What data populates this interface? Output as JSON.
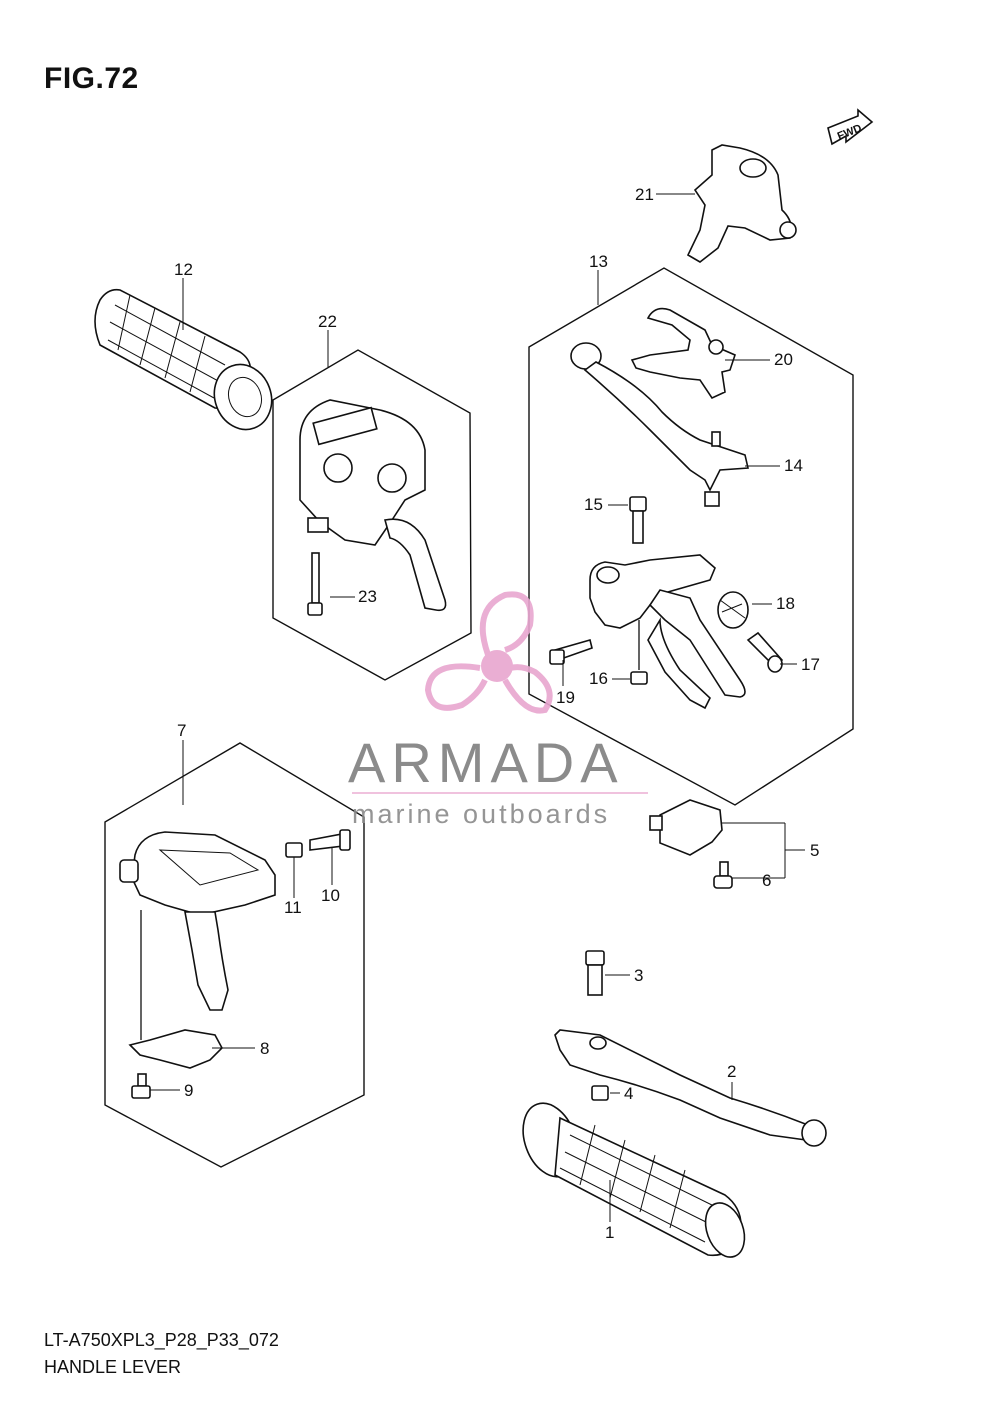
{
  "figure": {
    "title": "FIG.72",
    "code": "LT-A750XPL3_P28_P33_072",
    "name": "HANDLE LEVER"
  },
  "fwd_label": "FWD",
  "watermark": {
    "name": "ARMADA",
    "tagline": "marine outboards",
    "logo_icon": "propeller-icon",
    "color_pink": "#e8a6cf",
    "color_gray": "#808080"
  },
  "callouts": [
    "1",
    "2",
    "3",
    "4",
    "5",
    "6",
    "7",
    "8",
    "9",
    "10",
    "11",
    "12",
    "13",
    "14",
    "15",
    "16",
    "17",
    "18",
    "19",
    "20",
    "21",
    "22",
    "23"
  ]
}
